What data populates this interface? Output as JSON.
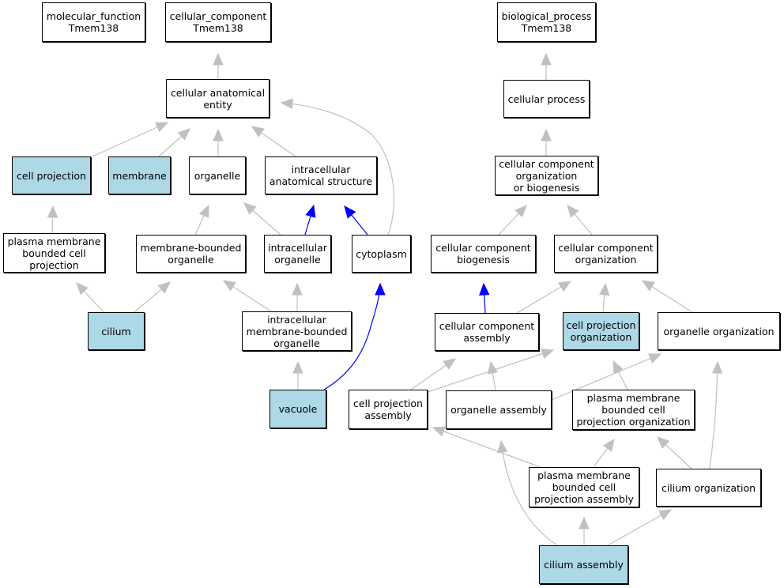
{
  "nodes": {
    "molecular_function": {
      "label": "molecular_function\nTmem138",
      "highlight": false
    },
    "cellular_component": {
      "label": "cellular_component\nTmem138",
      "highlight": false
    },
    "biological_process": {
      "label": "biological_process\nTmem138",
      "highlight": false
    },
    "cellular_anatomical_entity": {
      "label": "cellular anatomical\nentity",
      "highlight": false
    },
    "cellular_process": {
      "label": "cellular process",
      "highlight": false
    },
    "cell_projection": {
      "label": "cell projection",
      "highlight": true
    },
    "membrane": {
      "label": "membrane",
      "highlight": true
    },
    "organelle": {
      "label": "organelle",
      "highlight": false
    },
    "intracellular_anatomical_structure": {
      "label": "intracellular\nanatomical structure",
      "highlight": false
    },
    "ccob": {
      "label": "cellular component\norganization\nor biogenesis",
      "highlight": false
    },
    "pm_bounded_cell_projection": {
      "label": "plasma membrane\nbounded cell\nprojection",
      "highlight": false
    },
    "membrane_bounded_organelle": {
      "label": "membrane-bounded\norganelle",
      "highlight": false
    },
    "intracellular_organelle": {
      "label": "intracellular\norganelle",
      "highlight": false
    },
    "cytoplasm": {
      "label": "cytoplasm",
      "highlight": false
    },
    "cc_biogenesis": {
      "label": "cellular component\nbiogenesis",
      "highlight": false
    },
    "cc_organization": {
      "label": "cellular component\norganization",
      "highlight": false
    },
    "cilium": {
      "label": "cilium",
      "highlight": true
    },
    "intracellular_mbo": {
      "label": "intracellular\nmembrane-bounded\norganelle",
      "highlight": false
    },
    "cc_assembly": {
      "label": "cellular component\nassembly",
      "highlight": false
    },
    "cell_projection_organization": {
      "label": "cell projection\norganization",
      "highlight": true
    },
    "organelle_organization": {
      "label": "organelle organization",
      "highlight": false
    },
    "vacuole": {
      "label": "vacuole",
      "highlight": true
    },
    "cell_projection_assembly": {
      "label": "cell projection\nassembly",
      "highlight": false
    },
    "organelle_assembly": {
      "label": "organelle assembly",
      "highlight": false
    },
    "pm_bcp_organization": {
      "label": "plasma membrane\nbounded cell\nprojection organization",
      "highlight": false
    },
    "pm_bcp_assembly": {
      "label": "plasma membrane\nbounded cell\nprojection assembly",
      "highlight": false
    },
    "cilium_organization": {
      "label": "cilium organization",
      "highlight": false
    },
    "cilium_assembly": {
      "label": "cilium assembly",
      "highlight": true
    }
  },
  "edges": [
    {
      "from": "cellular_anatomical_entity",
      "to": "cellular_component",
      "color": "gray"
    },
    {
      "from": "cellular_process",
      "to": "biological_process",
      "color": "gray"
    },
    {
      "from": "cell_projection",
      "to": "cellular_anatomical_entity",
      "color": "gray"
    },
    {
      "from": "membrane",
      "to": "cellular_anatomical_entity",
      "color": "gray"
    },
    {
      "from": "organelle",
      "to": "cellular_anatomical_entity",
      "color": "gray"
    },
    {
      "from": "intracellular_anatomical_structure",
      "to": "cellular_anatomical_entity",
      "color": "gray"
    },
    {
      "from": "cytoplasm",
      "to": "cellular_anatomical_entity",
      "color": "gray"
    },
    {
      "from": "ccob",
      "to": "cellular_process",
      "color": "gray"
    },
    {
      "from": "pm_bounded_cell_projection",
      "to": "cell_projection",
      "color": "gray"
    },
    {
      "from": "membrane_bounded_organelle",
      "to": "organelle",
      "color": "gray"
    },
    {
      "from": "intracellular_organelle",
      "to": "organelle",
      "color": "gray"
    },
    {
      "from": "intracellular_organelle",
      "to": "intracellular_anatomical_structure",
      "color": "blue"
    },
    {
      "from": "cytoplasm",
      "to": "intracellular_anatomical_structure",
      "color": "blue"
    },
    {
      "from": "cc_biogenesis",
      "to": "ccob",
      "color": "gray"
    },
    {
      "from": "cc_organization",
      "to": "ccob",
      "color": "gray"
    },
    {
      "from": "cilium",
      "to": "pm_bounded_cell_projection",
      "color": "gray"
    },
    {
      "from": "cilium",
      "to": "membrane_bounded_organelle",
      "color": "gray"
    },
    {
      "from": "intracellular_mbo",
      "to": "membrane_bounded_organelle",
      "color": "gray"
    },
    {
      "from": "intracellular_mbo",
      "to": "intracellular_organelle",
      "color": "gray"
    },
    {
      "from": "cc_assembly",
      "to": "cc_biogenesis",
      "color": "blue"
    },
    {
      "from": "cc_assembly",
      "to": "cc_organization",
      "color": "gray"
    },
    {
      "from": "cell_projection_organization",
      "to": "cc_organization",
      "color": "gray"
    },
    {
      "from": "organelle_organization",
      "to": "cc_organization",
      "color": "gray"
    },
    {
      "from": "vacuole",
      "to": "intracellular_mbo",
      "color": "gray"
    },
    {
      "from": "vacuole",
      "to": "cytoplasm",
      "color": "blue"
    },
    {
      "from": "cell_projection_assembly",
      "to": "cc_assembly",
      "color": "gray"
    },
    {
      "from": "cell_projection_assembly",
      "to": "cell_projection_organization",
      "color": "gray"
    },
    {
      "from": "organelle_assembly",
      "to": "cc_assembly",
      "color": "gray"
    },
    {
      "from": "organelle_assembly",
      "to": "organelle_organization",
      "color": "gray"
    },
    {
      "from": "pm_bcp_organization",
      "to": "cell_projection_organization",
      "color": "gray"
    },
    {
      "from": "pm_bcp_assembly",
      "to": "cell_projection_assembly",
      "color": "gray"
    },
    {
      "from": "pm_bcp_assembly",
      "to": "pm_bcp_organization",
      "color": "gray"
    },
    {
      "from": "cilium_organization",
      "to": "pm_bcp_organization",
      "color": "gray"
    },
    {
      "from": "cilium_organization",
      "to": "organelle_organization",
      "color": "gray"
    },
    {
      "from": "cilium_assembly",
      "to": "organelle_assembly",
      "color": "gray"
    },
    {
      "from": "cilium_assembly",
      "to": "pm_bcp_assembly",
      "color": "gray"
    },
    {
      "from": "cilium_assembly",
      "to": "cilium_organization",
      "color": "gray"
    }
  ]
}
